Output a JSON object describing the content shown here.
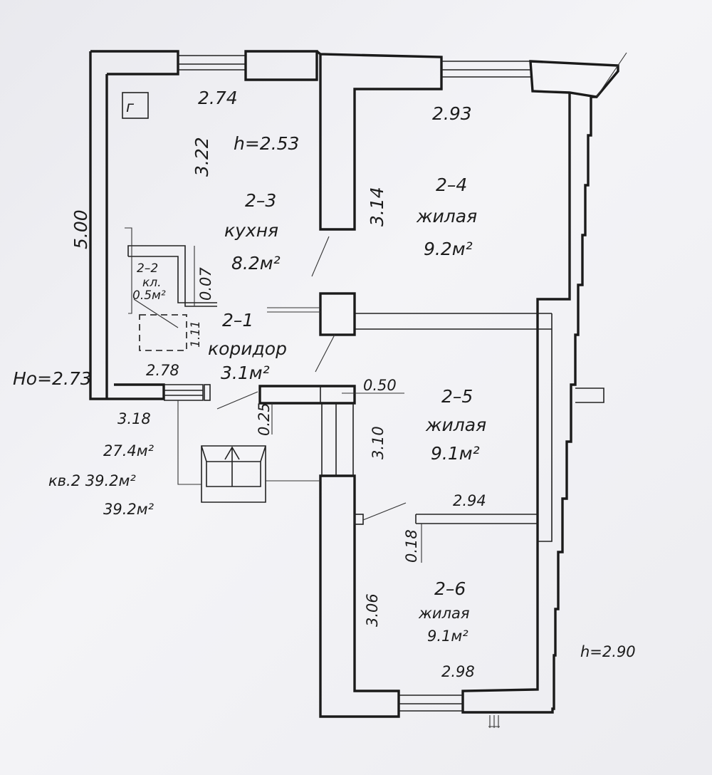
{
  "heights": {
    "kitchen": "h=2.53",
    "right": "h=2.90",
    "ho": "Hо=2.73"
  },
  "dims": {
    "kitchen_w": "2.74",
    "kitchen_h": "3.22",
    "left_total": "5.00",
    "room24_w": "2.93",
    "room24_h": "3.14",
    "pantry": "0.07",
    "corridor_h": "1.11",
    "corridor_w": "2.78",
    "partition": "0.50",
    "small_wall": "0.25",
    "room25_h": "3.10",
    "room25_w": "2.94",
    "wall_018": "0.18",
    "room26_h": "3.06",
    "room26_w": "2.98"
  },
  "rooms": {
    "r23": {
      "num": "2–3",
      "name": "кухня",
      "area": "8.2м²"
    },
    "r24": {
      "num": "2–4",
      "name": "жилая",
      "area": "9.2м²"
    },
    "r22": {
      "num": "2–2",
      "name": "кл.",
      "area": "0.5м²"
    },
    "r21": {
      "num": "2–1",
      "name": "коридор",
      "area": "3.1м²"
    },
    "r25": {
      "num": "2–5",
      "name": "жилая",
      "area": "9.1м²"
    },
    "r26": {
      "num": "2–6",
      "name": "жилая",
      "area": "9.1м²"
    }
  },
  "boiler": "г",
  "summary": {
    "s1": "3.18",
    "s2": "27.4м²",
    "s3": "кв.2  39.2м²",
    "s4": "39.2м²"
  }
}
